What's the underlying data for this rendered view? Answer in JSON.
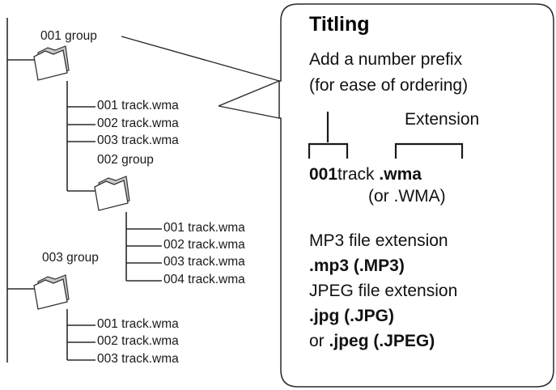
{
  "tree": {
    "groups": [
      {
        "label": "001 group",
        "files": [
          "001 track.wma",
          "002 track.wma",
          "003 track.wma"
        ]
      },
      {
        "label": "002 group",
        "files": [
          "001 track.wma",
          "002 track.wma",
          "003 track.wma",
          "004 track.wma"
        ]
      },
      {
        "label": "003 group",
        "files": [
          "001 track.wma",
          "002 track.wma",
          "003 track.wma"
        ]
      }
    ]
  },
  "panel": {
    "title": "Titling",
    "prefix_line1": "Add a number prefix",
    "prefix_line2": "(for ease of ordering)",
    "extension_label": "Extension",
    "example_number": "001",
    "example_name": "track",
    "example_ext": ".wma",
    "example_alt": "(or .WMA)",
    "mp3_label": "MP3 file extension",
    "mp3_ext": ".mp3 (.MP3)",
    "jpeg_label": "JPEG file extension",
    "jpg_ext": ".jpg (.JPG)",
    "or_word": "or",
    "jpeg_ext": ".jpeg (.JPEG)"
  },
  "colors": {
    "line": "#2a2a2a",
    "folder_fill": "#ffffff",
    "folder_shadow": "#c9c9c9",
    "text": "#111111"
  }
}
